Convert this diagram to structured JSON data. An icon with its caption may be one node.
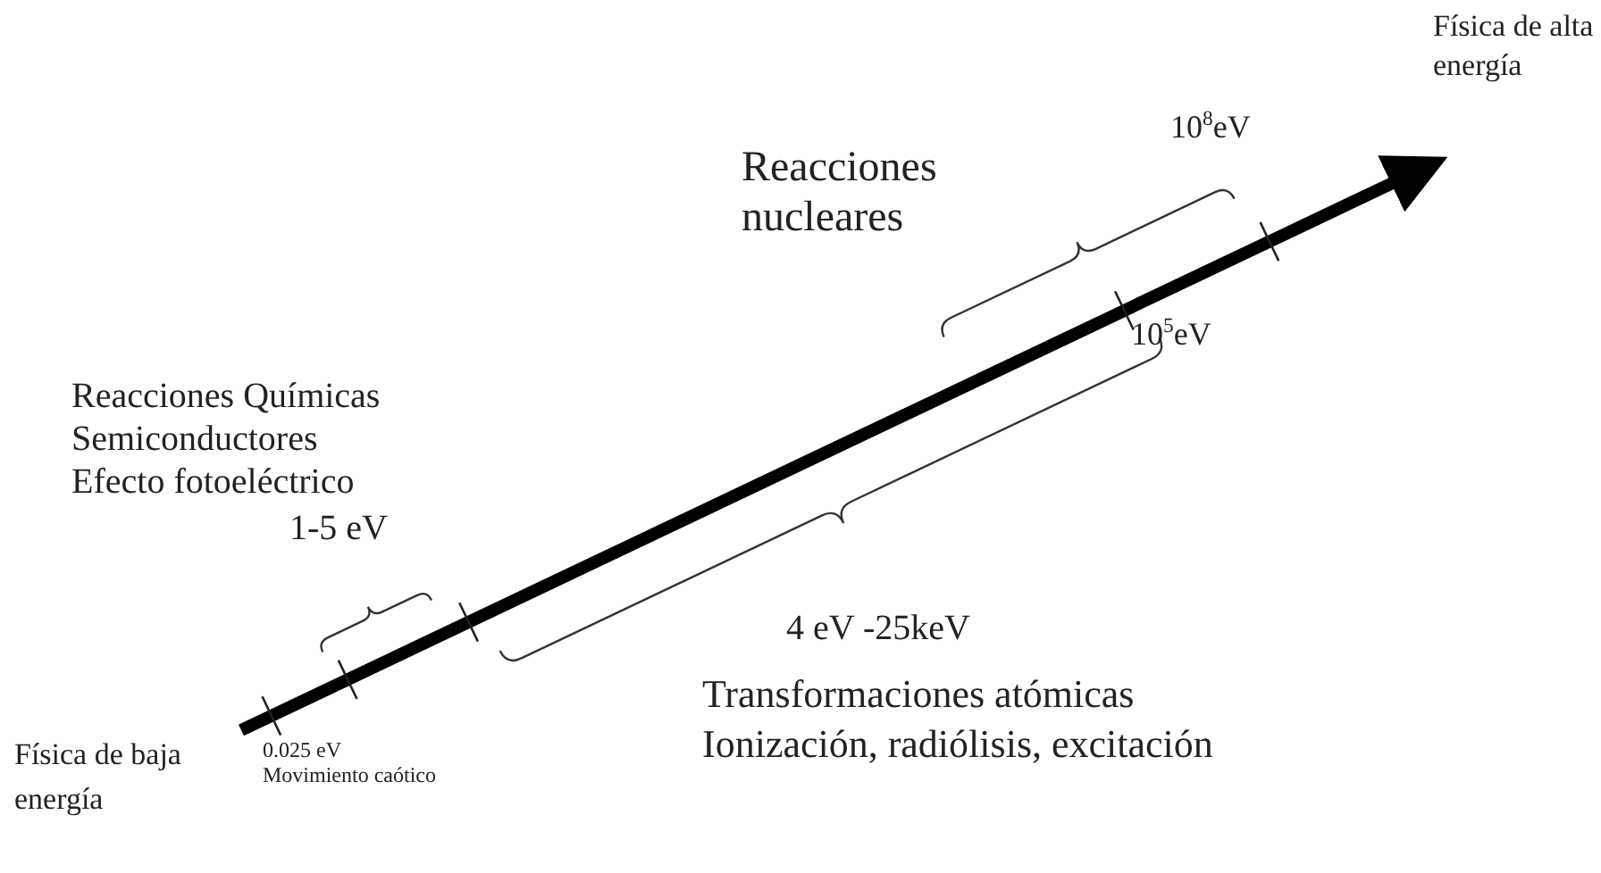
{
  "diagram": {
    "labels": [
      "Física de alta energía",
      "Reacciones nucleares",
      "10$^{8}$eV",
      "10$^{5}$eV",
      "Reacciones Químicas",
      "Semiconductores",
      "Efecto fotoeléctrico",
      "1-5 eV",
      "4 eV -25keV",
      "Transformaciones atómicas",
      "Ionización, radiólisis, excitación",
      "Física de baja energía",
      "0.025 eV",
      "Movimiento caótico"
    ]
  }
}
